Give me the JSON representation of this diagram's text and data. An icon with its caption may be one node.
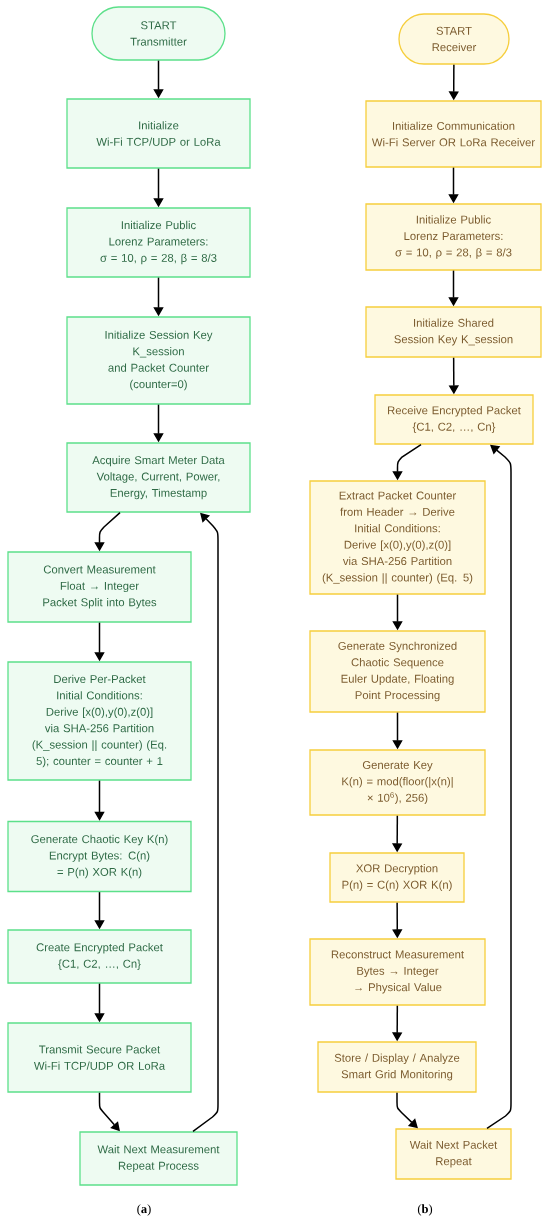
{
  "diagram": {
    "nodes": [
      {
        "text": [
          "START",
          "Transmitter"
        ]
      },
      {
        "text": [
          "Initialize",
          "Wi-Fi TCP/UDP or LoRa"
        ]
      },
      {
        "text": [
          "Initialize Public Lorenz Parameters:",
          "σ = 10, ρ = 28, β = 8/3"
        ]
      },
      {
        "text": [
          "Initialize Session Key",
          "K_session",
          "and Packet Counter",
          "(counter=0)"
        ]
      },
      {
        "text": [
          "Acquire Smart Meter Data",
          "Voltage, Current, Power, Energy, Timestamp"
        ]
      },
      {
        "text": [
          "Convert Measurement",
          "Float → Integer Packet Split into Bytes"
        ]
      },
      {
        "text": [
          "Derive Per-Packet Initial Conditions:",
          "Derive [x(0),y(0),z(0)] via SHA-256 Partition",
          "(K_session || counter) (Eq. 5); counter = counter + 1"
        ]
      },
      {
        "text": [
          "Generate Chaotic Key K(n)",
          "Encrypt Bytes: C(n) = P(n) XOR K(n)"
        ]
      },
      {
        "text": [
          "Create Encrypted Packet",
          "{C1, C2, …, Cn}"
        ]
      },
      {
        "text": [
          "Transmit Secure Packet",
          "Wi-Fi TCP/UDP OR LoRa"
        ]
      },
      {
        "text": [
          "Wait Next Measurement",
          "Repeat Process"
        ]
      },
      {
        "text": [
          "START",
          "Receiver"
        ]
      },
      {
        "text": [
          "Initialize Communication",
          "Wi-Fi Server OR LoRa Receiver"
        ]
      },
      {
        "text": [
          "Initialize Public Lorenz Parameters:",
          "σ = 10, ρ = 28, β = 8/3"
        ]
      },
      {
        "text": [
          "Initialize Shared Session Key K_session"
        ]
      },
      {
        "text": [
          "Receive Encrypted Packet",
          "{C1, C2, …, Cn}"
        ]
      },
      {
        "text": [
          "Extract Packet Counter from Header → Derive Initial Conditions:",
          "Derive [x(0),y(0),z(0)] via SHA-256 Partition",
          "(K_session || counter) (Eq. 5)"
        ]
      },
      {
        "text": [
          "Generate Synchronized Chaotic Sequence",
          "Euler Update, Floating Point Processing"
        ]
      },
      {
        "text": [
          "Generate Key",
          "K(n) = mod(floor(|x(n)| × 10$^{6}$), 256)"
        ]
      },
      {
        "text": [
          "XOR Decryption",
          "P(n) = C(n) XOR K(n)"
        ]
      },
      {
        "text": [
          "Reconstruct Measurement",
          "Bytes → Integer → Physical Value"
        ]
      },
      {
        "text": [
          "Store / Display / Analyze",
          "Smart Grid Monitoring"
        ]
      },
      {
        "text": [
          "Wait Next Packet",
          "Repeat"
        ]
      }
    ],
    "edges": [
      {
        "from": 0,
        "to": 1,
        "arrow": "to"
      },
      {
        "from": 1,
        "to": 2,
        "arrow": "to"
      },
      {
        "from": 2,
        "to": 3,
        "arrow": "to"
      },
      {
        "from": 3,
        "to": 4,
        "arrow": "to"
      },
      {
        "from": 4,
        "to": 5,
        "arrow": "to"
      },
      {
        "from": 5,
        "to": 6,
        "arrow": "to"
      },
      {
        "from": 6,
        "to": 7,
        "arrow": "to"
      },
      {
        "from": 7,
        "to": 8,
        "arrow": "to"
      },
      {
        "from": 8,
        "to": 9,
        "arrow": "to"
      },
      {
        "from": 9,
        "to": 10,
        "arrow": "to"
      },
      {
        "from": 10,
        "to": 4,
        "arrow": "to"
      },
      {
        "from": 11,
        "to": 12,
        "arrow": "to"
      },
      {
        "from": 12,
        "to": 13,
        "arrow": "to"
      },
      {
        "from": 13,
        "to": 14,
        "arrow": "to"
      },
      {
        "from": 14,
        "to": 15,
        "arrow": "to"
      },
      {
        "from": 15,
        "to": 16,
        "arrow": "to"
      },
      {
        "from": 16,
        "to": 17,
        "arrow": "to"
      },
      {
        "from": 17,
        "to": 18,
        "arrow": "to"
      },
      {
        "from": 18,
        "to": 19,
        "arrow": "to"
      },
      {
        "from": 19,
        "to": 20,
        "arrow": "to"
      },
      {
        "from": 20,
        "to": 21,
        "arrow": "to"
      },
      {
        "from": 21,
        "to": 22,
        "arrow": "to"
      },
      {
        "from": 22,
        "to": 15,
        "arrow": "to"
      }
    ],
    "labels": [
      "(**a**)",
      "(**b**)"
    ]
  }
}
